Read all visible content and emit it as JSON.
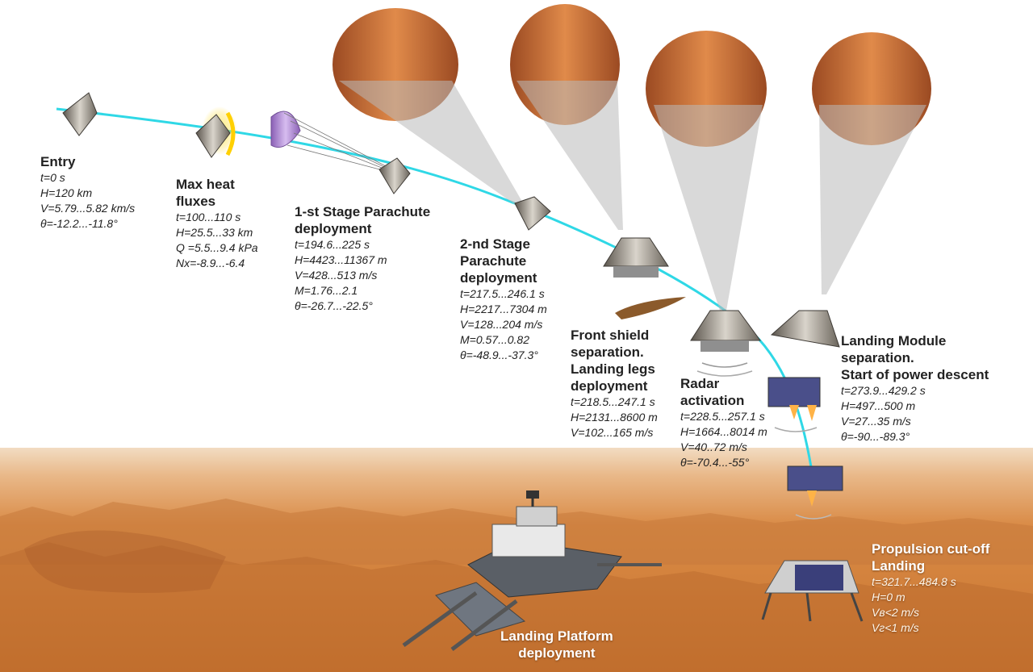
{
  "stages": [
    {
      "title": [
        "Entry"
      ],
      "params": [
        "t=0 s",
        "H=120 km",
        "V=5.79...5.82 km/s",
        "θ=-12.2...-11.8°"
      ]
    },
    {
      "title": [
        "Max heat",
        "fluxes"
      ],
      "params": [
        "t=100...110 s",
        "H=25.5...33 km",
        "Q =5.5...9.4 kPa",
        "Nx=-8.9...-6.4"
      ]
    },
    {
      "title": [
        "1-st Stage Parachute",
        "deployment"
      ],
      "params": [
        "t=194.6...225 s",
        "H=4423...11367 m",
        "V=428...513 m/s",
        "M=1.76...2.1",
        "θ=-26.7...-22.5°"
      ]
    },
    {
      "title": [
        "2-nd Stage",
        "Parachute",
        "deployment"
      ],
      "params": [
        "t=217.5...246.1 s",
        "H=2217...7304 m",
        "V=128...204 m/s",
        "M=0.57...0.82",
        "θ=-48.9...-37.3°"
      ]
    },
    {
      "title": [
        "Front shield",
        "separation.",
        "Landing legs",
        "deployment"
      ],
      "params": [
        "t=218.5...247.1 s",
        "H=2131...8600 m",
        "V=102...165 m/s"
      ]
    },
    {
      "title": [
        "Radar",
        "activation"
      ],
      "params": [
        "t=228.5...257.1 s",
        "H=1664...8014 m",
        "V=40..72 m/s",
        "θ=-70.4...-55°"
      ]
    },
    {
      "title": [
        "Landing Module",
        "separation.",
        "Start of power descent"
      ],
      "params": [
        "t=273.9...429.2 s",
        "H=497...500 m",
        "V=27...35 m/s",
        "θ=-90...-89.3°"
      ]
    },
    {
      "title": [
        "Propulsion cut-off",
        "Landing"
      ],
      "params": [
        "t=321.7...484.8 s",
        "H=0 m",
        "Vв<2 m/s",
        "Vг<1 m/s"
      ]
    },
    {
      "title": [
        "Landing Platform",
        "deployment"
      ],
      "params": []
    }
  ],
  "colors": {
    "trajectory": "#2fd8e6",
    "sky": "#ffffff",
    "ground": "#d98a45",
    "canopy": "#c8733a",
    "capsule": "#8c857a"
  }
}
